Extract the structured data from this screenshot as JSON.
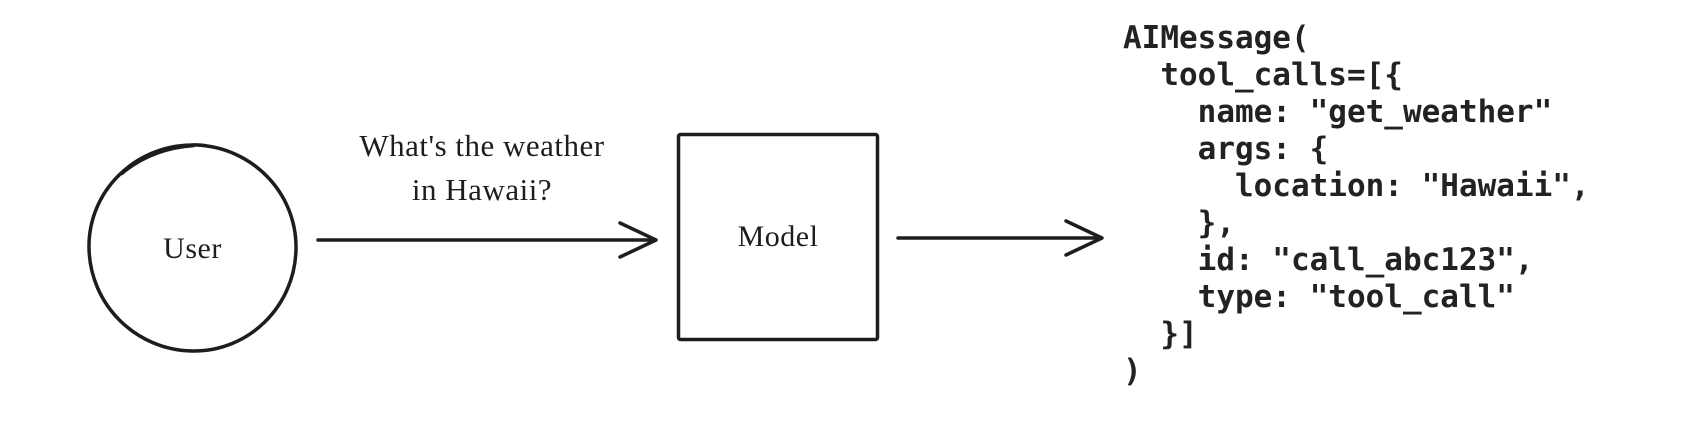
{
  "canvas": {
    "background": "#ffffff",
    "stroke_color": "#1d1d1d",
    "text_color": "#222222"
  },
  "nodes": {
    "user": {
      "label": "User"
    },
    "model": {
      "label": "Model"
    }
  },
  "arrows": {
    "user_to_model": {
      "label": "What's the weather\nin Hawaii?"
    },
    "model_to_output": {
      "label": ""
    }
  },
  "output": {
    "code": "AIMessage(\n  tool_calls=[{\n    name: \"get_weather\"\n    args: {\n      location: \"Hawaii\",\n    },\n    id: \"call_abc123\",\n    type: \"tool_call\"\n  }]\n)"
  }
}
